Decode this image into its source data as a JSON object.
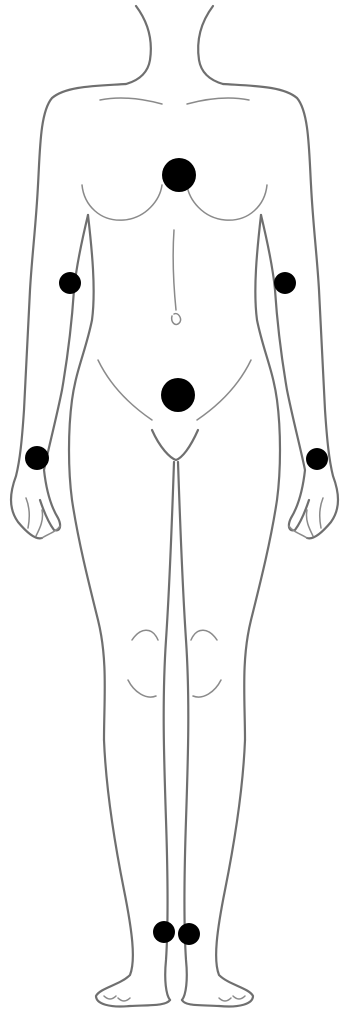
{
  "figure": {
    "subject": "female-body-front-outline",
    "line_color": "#6f6f6f",
    "marker_color": "#000000"
  },
  "markers": [
    {
      "name": "chest-marker",
      "size": "large"
    },
    {
      "name": "left-elbow-marker",
      "size": "small"
    },
    {
      "name": "right-elbow-marker",
      "size": "small"
    },
    {
      "name": "lower-abdomen-marker",
      "size": "large"
    },
    {
      "name": "left-wrist-marker",
      "size": "small"
    },
    {
      "name": "right-wrist-marker",
      "size": "small"
    },
    {
      "name": "left-ankle-marker",
      "size": "small"
    },
    {
      "name": "right-ankle-marker",
      "size": "small"
    }
  ]
}
